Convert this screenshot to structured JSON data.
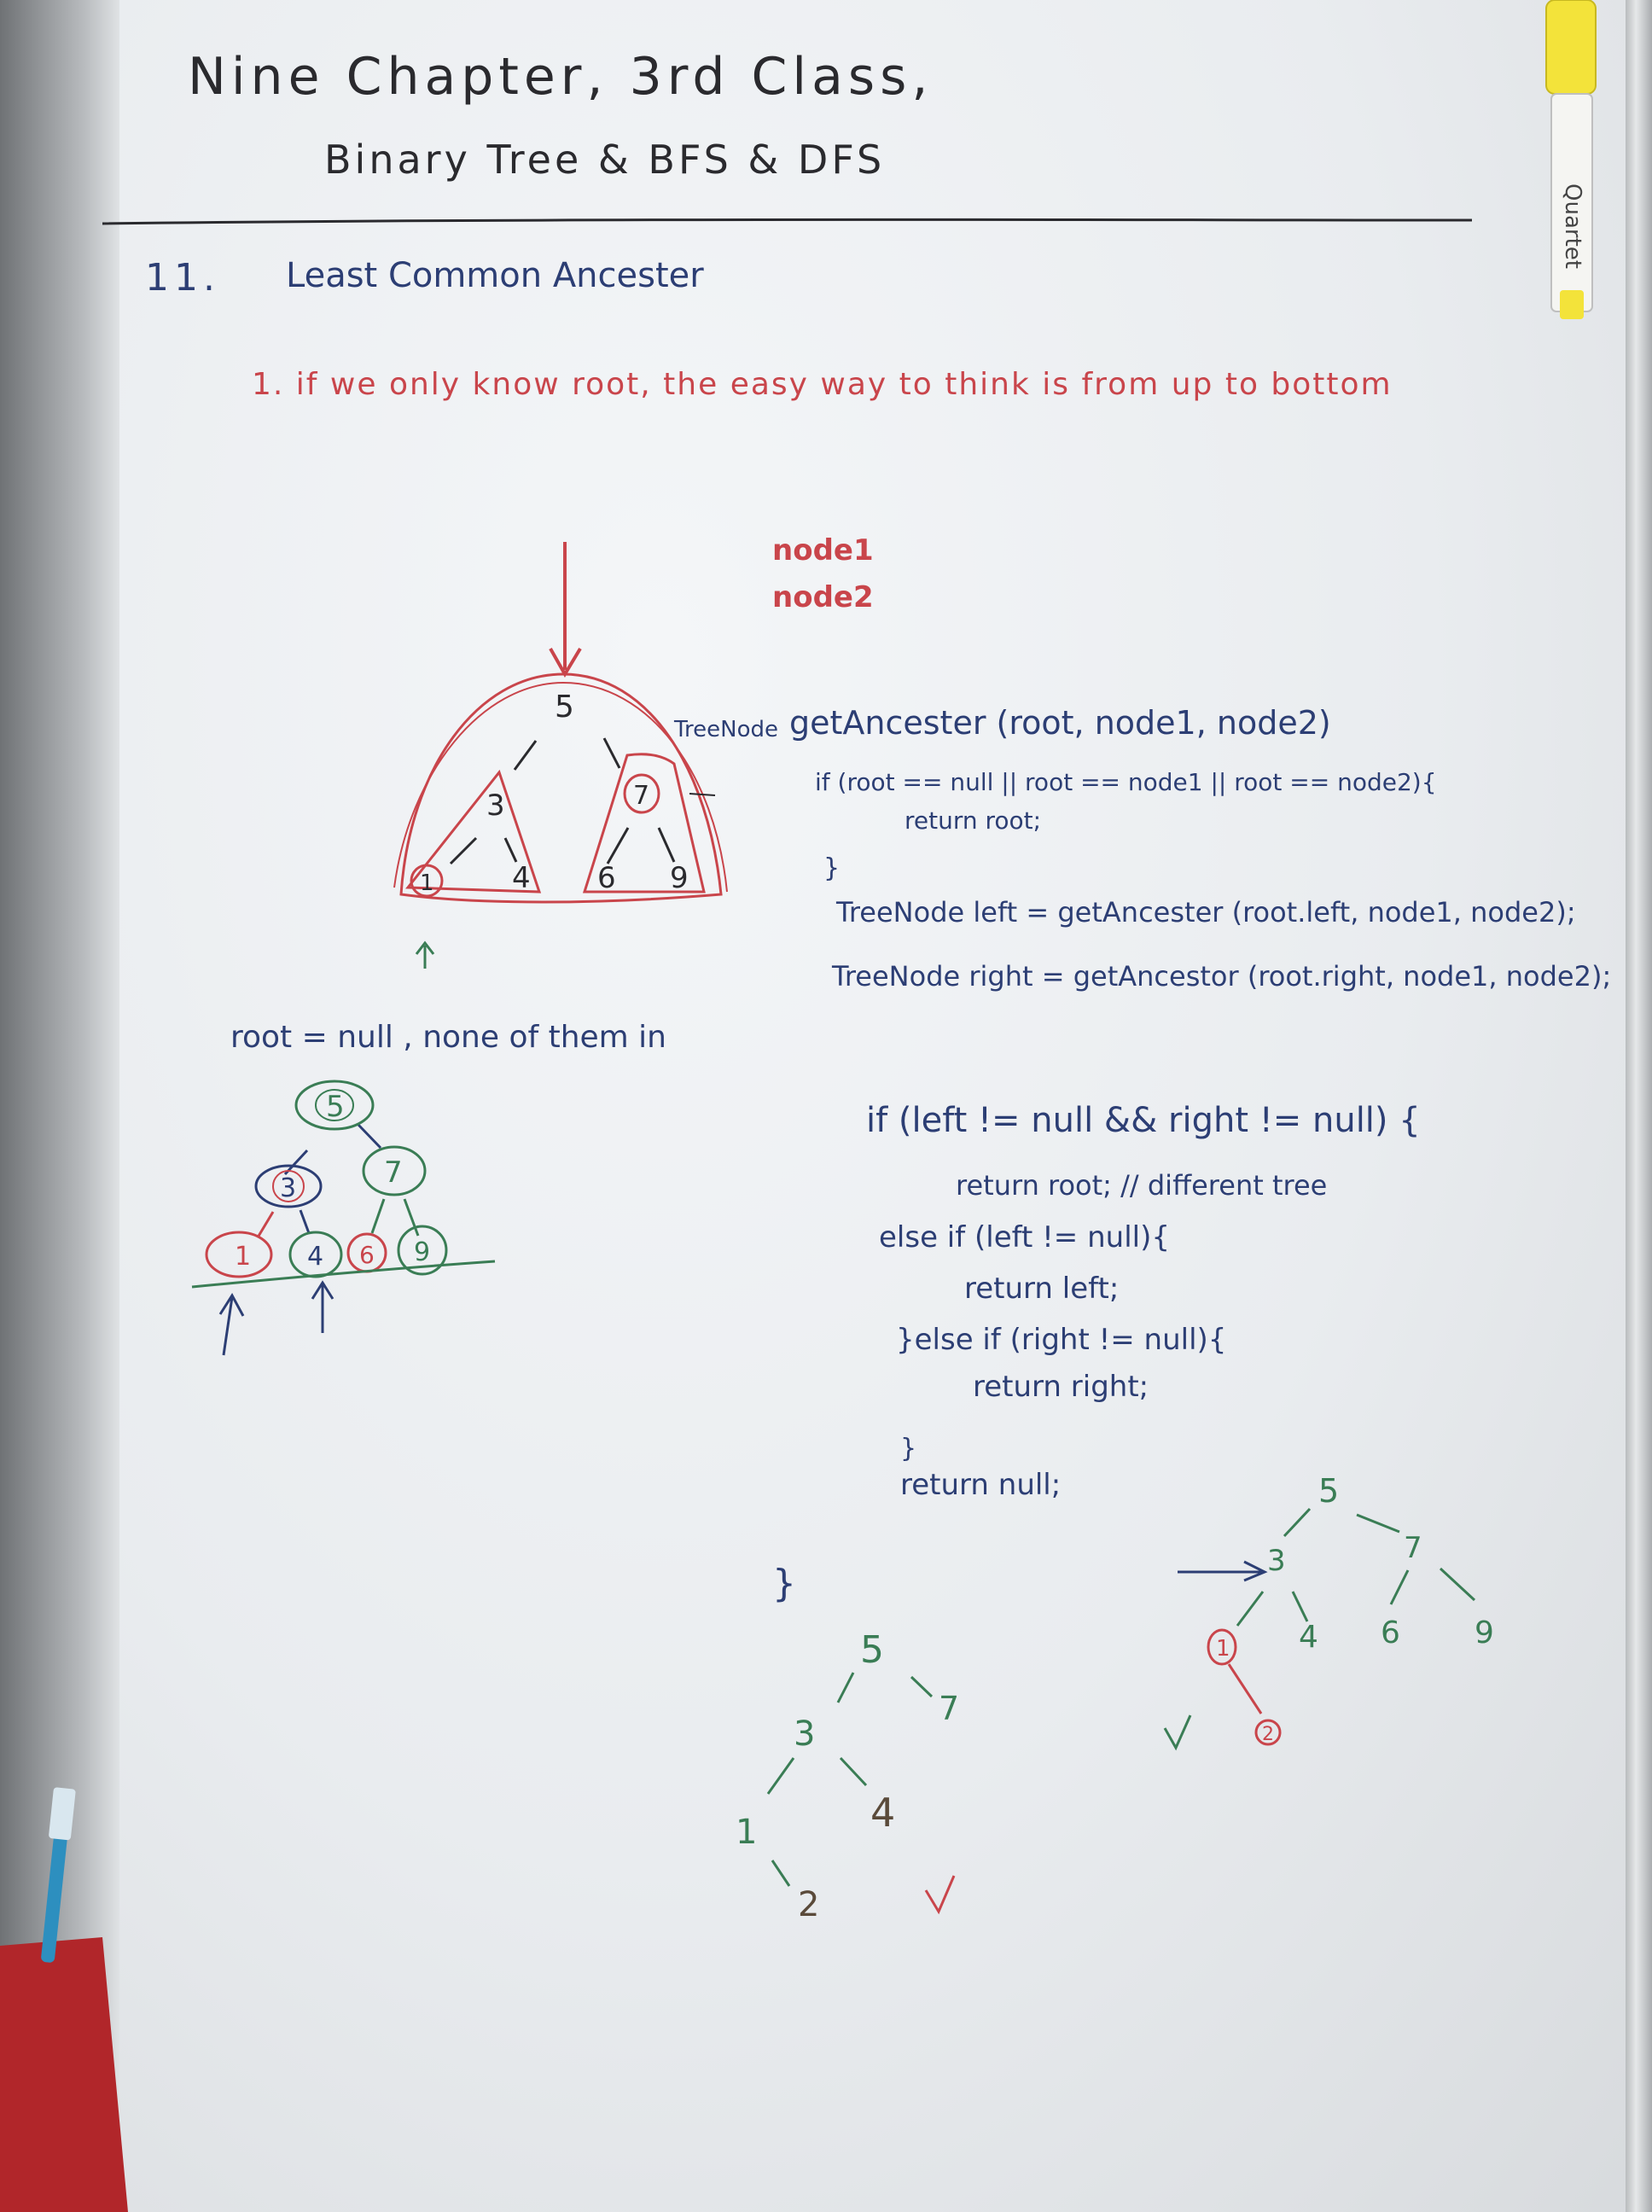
{
  "header": {
    "title_line1": "Nine Chapter, 3rd Class,",
    "title_line2": "Binary Tree & BFS & DFS"
  },
  "section": {
    "number": "11.",
    "title": "Least Common Ancester"
  },
  "note_red": "1. if we only know root, the easy way to think is from up to bottom",
  "params_red": {
    "node1": "node1",
    "node2": "node2"
  },
  "tree1": {
    "root": "5",
    "n3": "3",
    "n7": "7",
    "n1": "1",
    "n4": "4",
    "n6": "6",
    "n9": "9"
  },
  "code": {
    "signature_type": "TreeNode",
    "signature": "getAncester (root, node1, node2)",
    "if_base": "if (root == null || root == node1 || root == node2){",
    "return_root": "return root;",
    "close1": "}",
    "left_line": "TreeNode left = getAncester (root.left, node1, node2);",
    "right_line": "TreeNode right = getAncestor (root.right, node1, node2);",
    "if_both": "if (left != null && right != null) {",
    "return_root_comment": "return root; // different tree",
    "else_if_left": "else if (left != null){",
    "return_left": "return left;",
    "else_if_right": "}else if (right != null){",
    "return_right": "return right;",
    "close2": "}",
    "return_null": "return null;",
    "close3": "}"
  },
  "note_blue": "root = null , none of them in",
  "tree2": {
    "n5": "5",
    "n3": "3",
    "n7": "7",
    "n1": "1",
    "n4": "4",
    "n6": "6",
    "n9": "9"
  },
  "tree3": {
    "n5": "5",
    "n7": "7",
    "n3": "3",
    "n4": "4",
    "n1": "1",
    "n2": "2"
  },
  "tree4": {
    "n5": "5",
    "n7": "7",
    "n3": "3",
    "n4": "4",
    "n6": "6",
    "n9": "9",
    "n1": "1",
    "n2": "2"
  },
  "marker_brand": "Quartet",
  "colors": {
    "red": "#c9454b",
    "blue": "#2c3e74",
    "green": "#3a7d55",
    "black": "#2a2a2e",
    "marker_yellow": "#f3e33a"
  }
}
